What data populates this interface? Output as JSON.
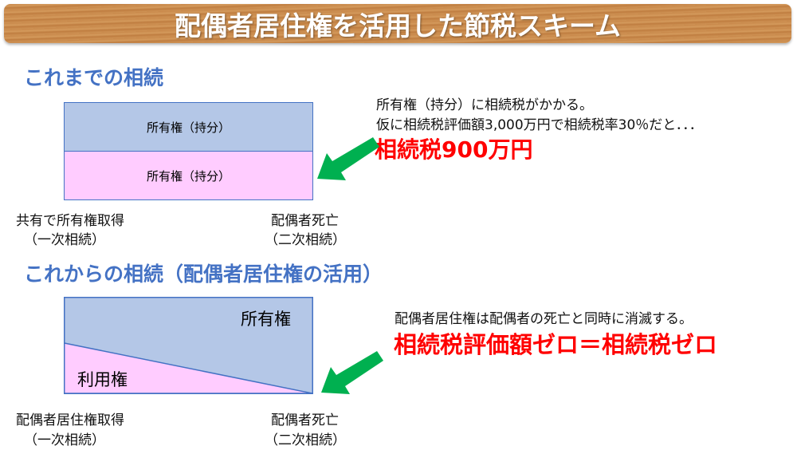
{
  "title": "配偶者居住権を活用した節税スキーム",
  "before": {
    "heading": "これまでの相続",
    "top_label": "所有権（持分）",
    "bottom_label": "所有権（持分）",
    "left_caption": [
      "共有で所有権取得",
      "（一次相続）"
    ],
    "right_caption": [
      "配偶者死亡",
      "（二次相続）"
    ],
    "note_lines": [
      "所有権（持分）に相続税がかかる。",
      "仮に相続税評価額3,000万円で相続税率30％だと．．．"
    ],
    "result": "相続税900万円"
  },
  "after": {
    "heading": "これからの相続（配偶者居住権の活用）",
    "top_label": "所有権",
    "bottom_label": "利用権",
    "left_caption": [
      "配偶者居住権取得",
      "（一次相続）"
    ],
    "right_caption": [
      "配偶者死亡",
      "（二次相続）"
    ],
    "note": "配偶者居住権は配偶者の死亡と同時に消滅する。",
    "result": "相続税評価額ゼロ＝相続税ゼロ"
  },
  "colors": {
    "heading": "#4472c4",
    "blue_fill": "#b4c7e7",
    "pink_fill": "#ffccff",
    "arrow": "#00b050",
    "red": "#ff0000"
  }
}
